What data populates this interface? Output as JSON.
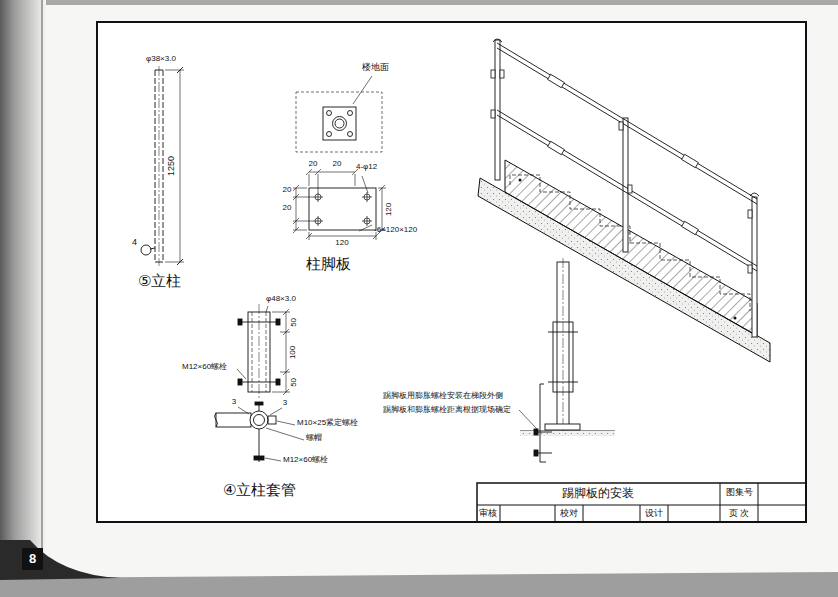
{
  "diagram": {
    "title": "踢脚板的安装",
    "labels": [
      "φ38×3.0",
      "1250",
      "4",
      "⑤立柱",
      "楼地面",
      "20",
      "20",
      "4-φ12",
      "120",
      "20",
      "20",
      "120",
      "-6×120×120",
      "柱脚板",
      "φ48×3.0",
      "50",
      "100",
      "50",
      "M12×60螺栓",
      "3",
      "3",
      "M10×25紧定螺栓",
      "螺帽",
      "M12×60螺栓",
      "④立柱套管",
      "踢脚板用膨胀螺栓安装在梯段外侧",
      "踢脚板和膨胀螺栓距离根据现场确定",
      "图集号",
      "审核",
      "校对",
      "设计",
      "页 次",
      "8"
    ]
  }
}
